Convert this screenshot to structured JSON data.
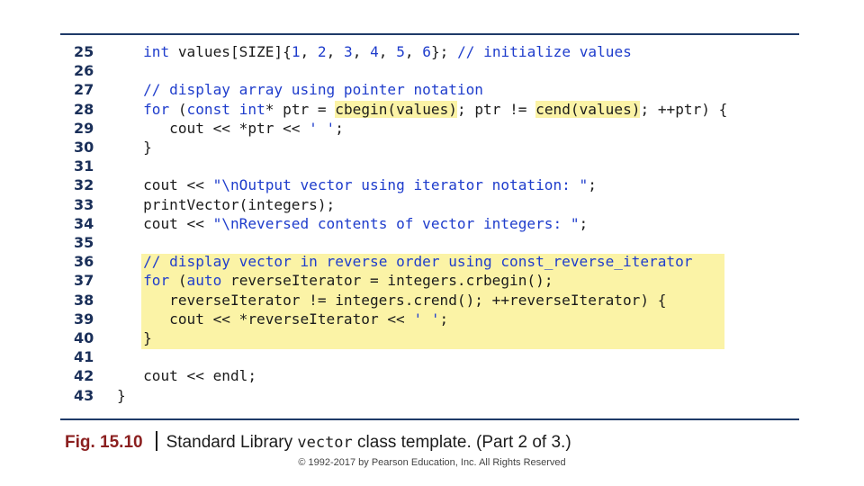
{
  "lines": [
    {
      "n": "25",
      "segs": [
        {
          "t": "   "
        },
        {
          "t": "int",
          "k": "kw"
        },
        {
          "t": " values[SIZE]{"
        },
        {
          "t": "1",
          "k": "nm"
        },
        {
          "t": ", "
        },
        {
          "t": "2",
          "k": "nm"
        },
        {
          "t": ", "
        },
        {
          "t": "3",
          "k": "nm"
        },
        {
          "t": ", "
        },
        {
          "t": "4",
          "k": "nm"
        },
        {
          "t": ", "
        },
        {
          "t": "5",
          "k": "nm"
        },
        {
          "t": ", "
        },
        {
          "t": "6",
          "k": "nm"
        },
        {
          "t": "}; "
        },
        {
          "t": "// initialize values",
          "k": "cm"
        }
      ]
    },
    {
      "n": "26",
      "segs": []
    },
    {
      "n": "27",
      "segs": [
        {
          "t": "   "
        },
        {
          "t": "// display array using pointer notation",
          "k": "cm"
        }
      ]
    },
    {
      "n": "28",
      "segs": [
        {
          "t": "   "
        },
        {
          "t": "for",
          "k": "kw"
        },
        {
          "t": " ("
        },
        {
          "t": "const",
          "k": "kw"
        },
        {
          "t": " "
        },
        {
          "t": "int",
          "k": "kw"
        },
        {
          "t": "* ptr = "
        },
        {
          "t": "cbegin(values)",
          "hl": true
        },
        {
          "t": "; ptr != "
        },
        {
          "t": "cend(values)",
          "hl": true
        },
        {
          "t": "; ++ptr) {"
        }
      ]
    },
    {
      "n": "29",
      "segs": [
        {
          "t": "      cout << *ptr << "
        },
        {
          "t": "' '",
          "k": "str"
        },
        {
          "t": ";"
        }
      ]
    },
    {
      "n": "30",
      "segs": [
        {
          "t": "   }"
        }
      ]
    },
    {
      "n": "31",
      "segs": []
    },
    {
      "n": "32",
      "segs": [
        {
          "t": "   cout << "
        },
        {
          "t": "\"\\nOutput vector using iterator notation: \"",
          "k": "str"
        },
        {
          "t": ";"
        }
      ]
    },
    {
      "n": "33",
      "segs": [
        {
          "t": "   printVector(integers);"
        }
      ]
    },
    {
      "n": "34",
      "segs": [
        {
          "t": "   cout << "
        },
        {
          "t": "\"\\nReversed contents of vector integers: \"",
          "k": "str"
        },
        {
          "t": ";"
        }
      ]
    },
    {
      "n": "35",
      "segs": []
    },
    {
      "n": "36",
      "segs": [
        {
          "t": "   "
        },
        {
          "t": "// display vector in reverse order using const_reverse_iterator",
          "k": "cm"
        }
      ]
    },
    {
      "n": "37",
      "segs": [
        {
          "t": "   "
        },
        {
          "t": "for",
          "k": "kw"
        },
        {
          "t": " ("
        },
        {
          "t": "auto",
          "k": "kw"
        },
        {
          "t": " reverseIterator = integers.crbegin();"
        }
      ]
    },
    {
      "n": "38",
      "segs": [
        {
          "t": "      reverseIterator != integers.crend(); ++reverseIterator) {"
        }
      ]
    },
    {
      "n": "39",
      "segs": [
        {
          "t": "      cout << *reverseIterator << "
        },
        {
          "t": "' '",
          "k": "str"
        },
        {
          "t": ";"
        }
      ]
    },
    {
      "n": "40",
      "segs": [
        {
          "t": "   }"
        }
      ]
    },
    {
      "n": "41",
      "segs": []
    },
    {
      "n": "42",
      "segs": [
        {
          "t": "   cout << endl;"
        }
      ]
    },
    {
      "n": "43",
      "segs": [
        {
          "t": "}"
        }
      ]
    }
  ],
  "caption": {
    "fig": "Fig. 15.10",
    "pre": "Standard Library ",
    "mono": "vector",
    "post": " class template. (Part 2 of 3.)"
  },
  "copyright": "© 1992-2017 by Pearson Education, Inc. All Rights Reserved",
  "colors": {
    "highlight": "#fbf3a6",
    "rule": "#1f3a68",
    "keyword": "#1f3dcc",
    "figure": "#8b1f1f"
  }
}
